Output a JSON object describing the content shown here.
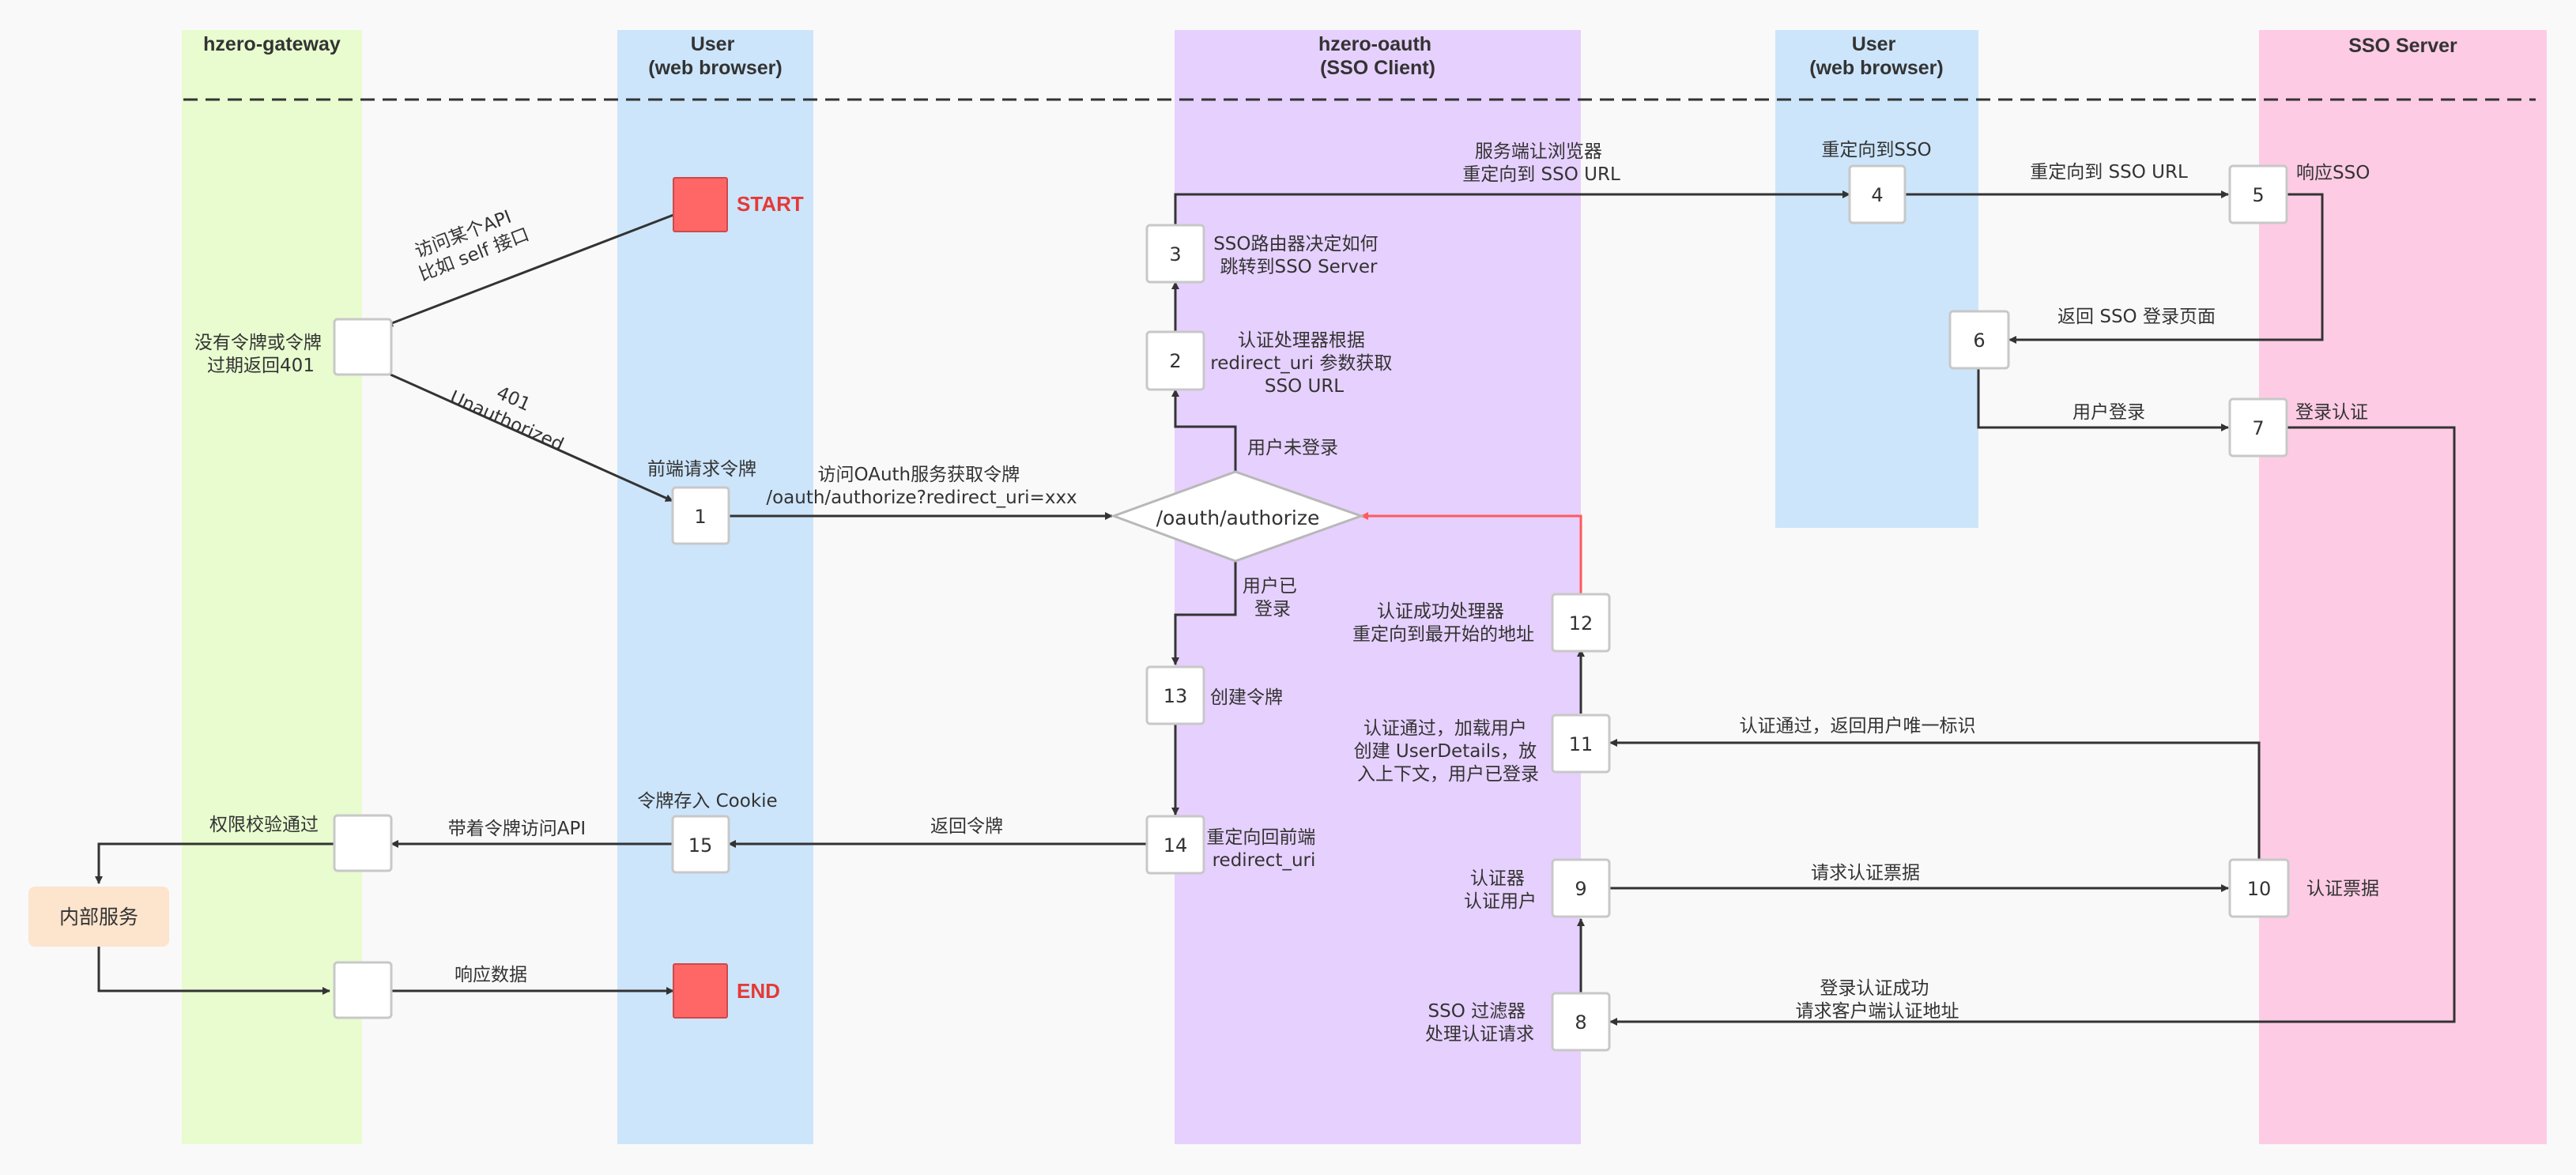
{
  "lanes": [
    {
      "id": "gateway",
      "title_lines": [
        "hzero-gateway"
      ],
      "color": "#e8fccf"
    },
    {
      "id": "user1",
      "title_lines": [
        "User",
        "(web browser)"
      ],
      "color": "#cce5fb"
    },
    {
      "id": "oauth",
      "title_lines": [
        "hzero-oauth",
        "(SSO Client)"
      ],
      "color": "#e6d0fd"
    },
    {
      "id": "user2",
      "title_lines": [
        "User",
        "(web browser)"
      ],
      "color": "#cce5fb"
    },
    {
      "id": "sso",
      "title_lines": [
        "SSO Server"
      ],
      "color": "#fdcbe4"
    }
  ],
  "markers": {
    "start": "START",
    "end": "END",
    "color": "#ff6666"
  },
  "decision": {
    "label": "/oauth/authorize"
  },
  "internal_service": {
    "label": "内部服务",
    "color": "#fde4cd"
  },
  "steps": [
    {
      "num": "1"
    },
    {
      "num": "2"
    },
    {
      "num": "3"
    },
    {
      "num": "4"
    },
    {
      "num": "5"
    },
    {
      "num": "6"
    },
    {
      "num": "7"
    },
    {
      "num": "8"
    },
    {
      "num": "9"
    },
    {
      "num": "10"
    },
    {
      "num": "11"
    },
    {
      "num": "12"
    },
    {
      "num": "13"
    },
    {
      "num": "14"
    },
    {
      "num": "15"
    }
  ],
  "labels": {
    "access_api": [
      "访问某个API",
      "比如 self 接口"
    ],
    "no_token": [
      "没有令牌或令牌",
      "过期返回401"
    ],
    "unauthorized": [
      "401",
      "Unauthorized"
    ],
    "frontend_request": [
      "前端请求令牌"
    ],
    "access_oauth": [
      "访问OAuth服务获取令牌",
      "/oauth/authorize?redirect_uri=xxx"
    ],
    "user_not_logged": [
      "用户未登录"
    ],
    "auth_handler": [
      "认证处理器根据",
      "redirect_uri 参数获取",
      "SSO URL"
    ],
    "sso_router": [
      "SSO路由器决定如何",
      "跳转到SSO Server"
    ],
    "server_redirect": [
      "服务端让浏览器",
      "重定向到 SSO URL"
    ],
    "redirect_to_sso": [
      "重定向到SSO"
    ],
    "redirect_sso_url": [
      "重定向到 SSO URL"
    ],
    "respond_sso": [
      "响应SSO"
    ],
    "return_login_page": [
      "返回 SSO 登录页面"
    ],
    "user_login": [
      "用户登录"
    ],
    "login_auth": [
      "登录认证"
    ],
    "user_logged": [
      "用户已",
      "登录"
    ],
    "auth_success_handler": [
      "认证成功处理器",
      "重定向到最开始的地址"
    ],
    "create_token": [
      "创建令牌"
    ],
    "auth_passed_load": [
      "认证通过，加载用户",
      "创建 UserDetails，放",
      "入上下文，用户已登录"
    ],
    "auth_passed_return": [
      "认证通过，返回用户唯一标识"
    ],
    "return_token": [
      "返回令牌"
    ],
    "redirect_frontend": [
      "重定向回前端",
      "redirect_uri"
    ],
    "token_cookie": [
      "令牌存入 Cookie"
    ],
    "access_with_token": [
      "带着令牌访问API"
    ],
    "permission_passed": [
      "权限校验通过"
    ],
    "authenticator": [
      "认证器",
      "认证用户"
    ],
    "request_ticket": [
      "请求认证票据"
    ],
    "auth_ticket": [
      "认证票据"
    ],
    "sso_filter": [
      "SSO 过滤器",
      "处理认证请求"
    ],
    "login_success": [
      "登录认证成功",
      "请求客户端认证地址"
    ],
    "response_data": [
      "响应数据"
    ]
  }
}
